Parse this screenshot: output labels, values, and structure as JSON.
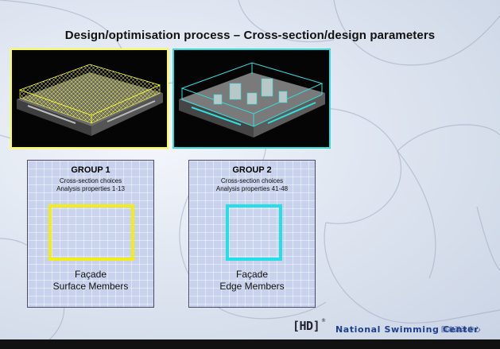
{
  "slide": {
    "title": "Design/optimisation process – Cross-section/design parameters"
  },
  "groups": [
    {
      "title": "GROUP 1",
      "subtitle_line1": "Cross-section choices",
      "subtitle_line2": "Analysis properties 1-13",
      "label_line1": "Façade",
      "label_line2": "Surface Members",
      "swatch_color": "#f2ec1a"
    },
    {
      "title": "GROUP 2",
      "subtitle_line1": "Cross-section choices",
      "subtitle_line2": "Analysis properties 41-48",
      "label_line1": "Façade",
      "label_line2": "Edge Members",
      "swatch_color": "#22e0e6"
    }
  ],
  "footer": {
    "logo_mark": "[HD]",
    "logo_sup": "®",
    "brand": "National Swimming Center",
    "brand_cn": "国家游泳中心"
  },
  "colors": {
    "group1_highlight": "#ffff33",
    "group2_highlight": "#33dddd",
    "brand_blue": "#1e3f8c"
  }
}
